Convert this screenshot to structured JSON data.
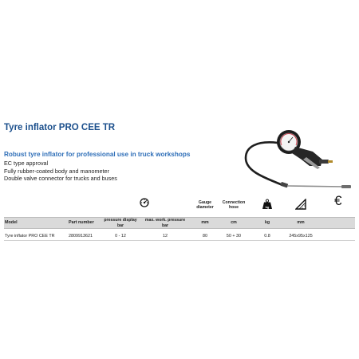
{
  "product": {
    "title": "Tyre inflator PRO CEE TR",
    "subtitle": "Robust tyre inflator for professional use in truck workshops",
    "features": [
      "EC type approval",
      "Fully rubber-coated body and manometer",
      "Double valve connector for trucks and buses"
    ]
  },
  "spec_table": {
    "header_icons": [
      "pressure-gauge-icon",
      "weight-icon",
      "dimensions-icon",
      "euro-icon"
    ],
    "headers": {
      "gauge_diameter": "Gauge diameter",
      "connection_hose": "Connection hose",
      "model": "Model",
      "part_number": "Part number",
      "pressure_display": "pressure display",
      "max_work_pressure": "max. work. pressure"
    },
    "units": {
      "pressure_display": "bar",
      "max_work_pressure": "bar",
      "gauge_diameter": "mm",
      "connection_hose": "cm",
      "weight": "kg",
      "dimensions": "mm"
    },
    "weight_icon_label": "kg",
    "euro_symbol": "€",
    "rows": [
      {
        "model": "Tyre inflator PRO CEE TR",
        "part_number": "2809913621",
        "pressure_display": "0 - 12",
        "max_work_pressure": "12",
        "gauge_diameter": "80",
        "connection_hose": "50 + 30",
        "weight": "0.8",
        "dimensions": "245x95x125",
        "price": ""
      }
    ]
  },
  "colors": {
    "title": "#1b4f8c",
    "subtitle": "#2f6fb8",
    "header_bar": "#dadada"
  }
}
